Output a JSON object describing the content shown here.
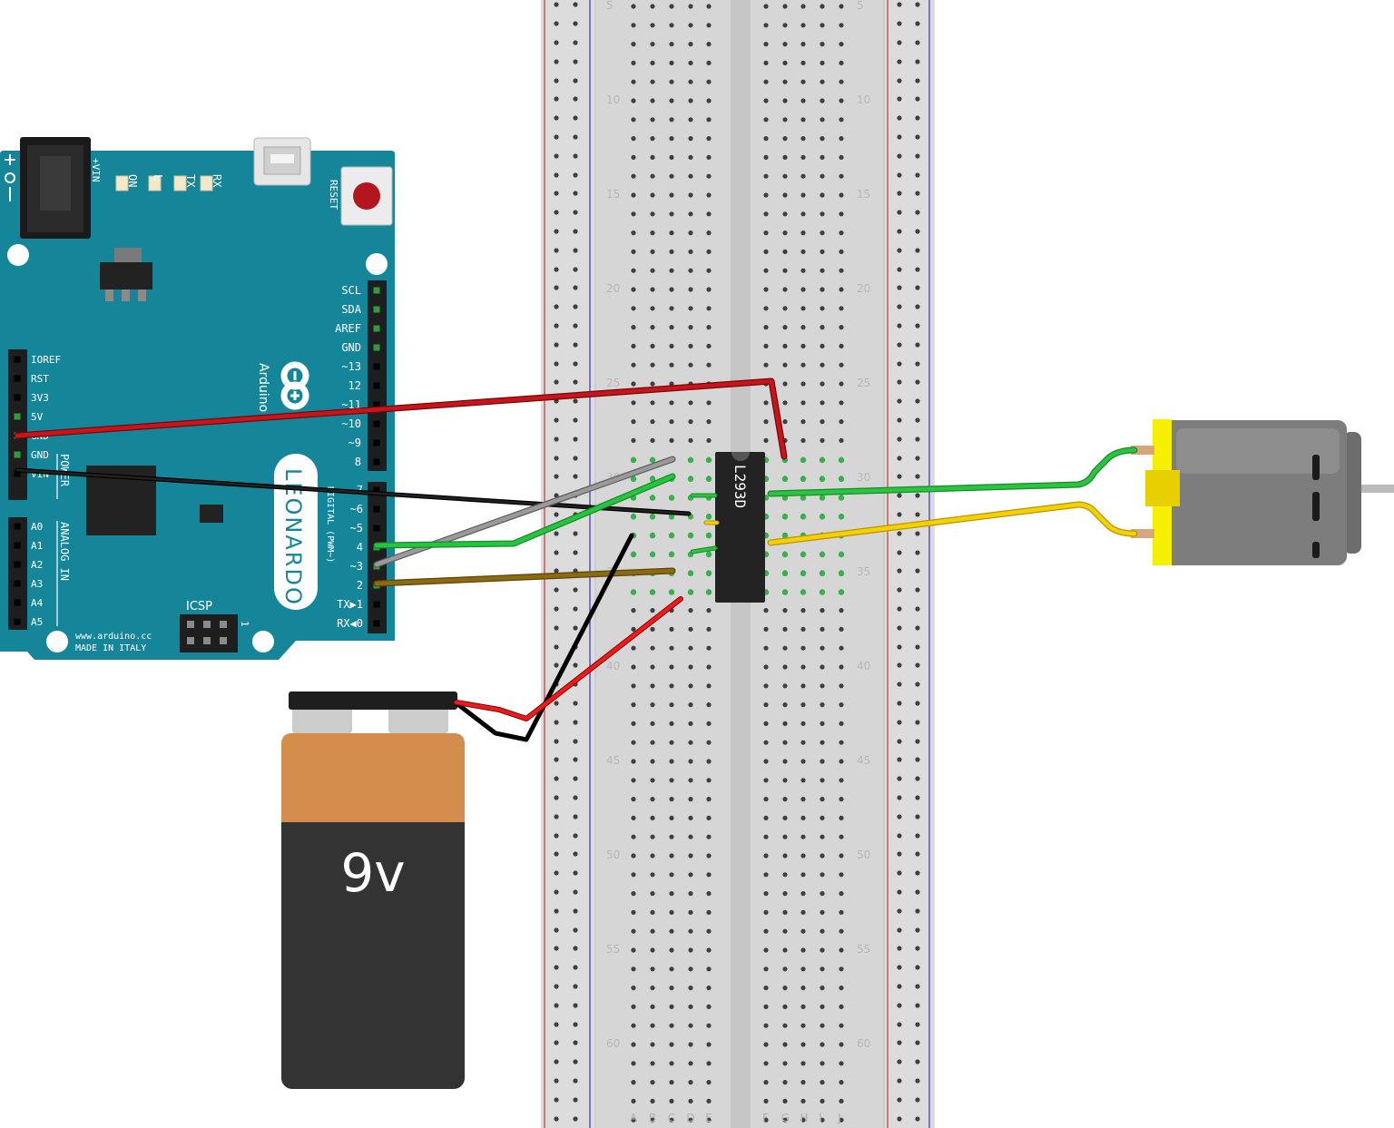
{
  "breadboard": {
    "row_numbers": [
      "5",
      "10",
      "15",
      "20",
      "25",
      "30",
      "35",
      "40",
      "45",
      "50",
      "55",
      "60"
    ],
    "columns_left": [
      "A",
      "B",
      "C",
      "D",
      "E"
    ],
    "columns_right": [
      "F",
      "G",
      "H",
      "I",
      "J"
    ]
  },
  "arduino": {
    "model": "LEONARDO",
    "brand": "Arduino",
    "url": "www.arduino.cc",
    "made_in": "MADE IN ITALY",
    "icsp": "ICSP",
    "reset": "RESET",
    "vin_plus": "+VIN",
    "leds": [
      "ON",
      "L",
      "TX",
      "RX"
    ],
    "power_pins": [
      "IOREF",
      "RST",
      "3V3",
      "5V",
      "GND",
      "GND",
      "VIN"
    ],
    "power_label": "POWER",
    "analog_pins": [
      "A0",
      "A1",
      "A2",
      "A3",
      "A4",
      "A5"
    ],
    "analog_label": "ANALOG IN",
    "digital_label": "DIGITAL (PWM~)",
    "top_header": [
      "SCL",
      "SDA",
      "AREF",
      "GND",
      "~13",
      "12",
      "~11",
      "~10",
      "~9",
      "8"
    ],
    "bottom_header": [
      "7",
      "~6",
      "~5",
      "4",
      "~3",
      "2",
      "TX▶1",
      "RX◀0"
    ],
    "icsp_pin1": "1"
  },
  "chip": {
    "label": "L293D"
  },
  "battery": {
    "label": "9v"
  },
  "colors": {
    "arduino_board": "#15869a",
    "breadboard": "#dcdcdc",
    "red_wire": "#c8141a",
    "dark_red_wire": "#a31414",
    "black_wire": "#111111",
    "gray_wire": "#8a8a8a",
    "green_wire": "#22b33c",
    "brown_wire": "#8c6a14",
    "yellow_wire": "#f2c800",
    "motor_body": "#7d7d7d",
    "motor_end": "#f4f000",
    "battery_top": "#d58d4e",
    "battery_bottom": "#333333"
  }
}
